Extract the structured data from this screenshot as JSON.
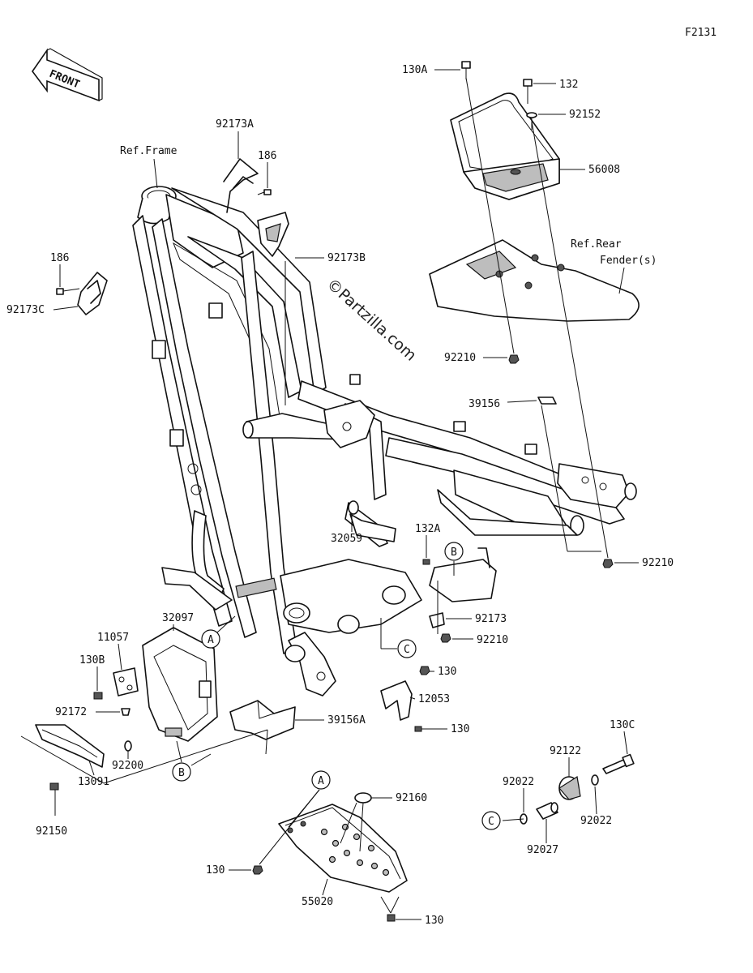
{
  "diagram_id": "F2131",
  "front_label": "FRONT",
  "watermark": "©Partzilla.com",
  "labels": {
    "ref_frame": "Ref.Frame",
    "ref_rear_fender_1": "Ref.Rear",
    "ref_rear_fender_2": "Fender(s)",
    "p130A": "130A",
    "p132": "132",
    "p92152": "92152",
    "p56008": "56008",
    "p92173A": "92173A",
    "p186_top": "186",
    "p92173B": "92173B",
    "p186_left": "186",
    "p92173C": "92173C",
    "p92210_top": "92210",
    "p39156": "39156",
    "p92210_right": "92210",
    "p132A": "132A",
    "p32059": "32059",
    "p92173": "92173",
    "p92210_mid": "92210",
    "p32097": "32097",
    "p11057": "11057",
    "p130B": "130B",
    "p92172": "92172",
    "p39156A": "39156A",
    "p130_a": "130",
    "p12053": "12053",
    "p130_b": "130",
    "p92200": "92200",
    "p13091": "13091",
    "p92150": "92150",
    "p130C": "130C",
    "p92122": "92122",
    "p92022_left": "92022",
    "p92022_right": "92022",
    "p92027": "92027",
    "p92160": "92160",
    "p130_c": "130",
    "p55020": "55020",
    "p130_d": "130"
  },
  "callouts": {
    "A1": "A",
    "A2": "A",
    "B1": "B",
    "B2": "B",
    "C1": "C",
    "C2": "C"
  }
}
